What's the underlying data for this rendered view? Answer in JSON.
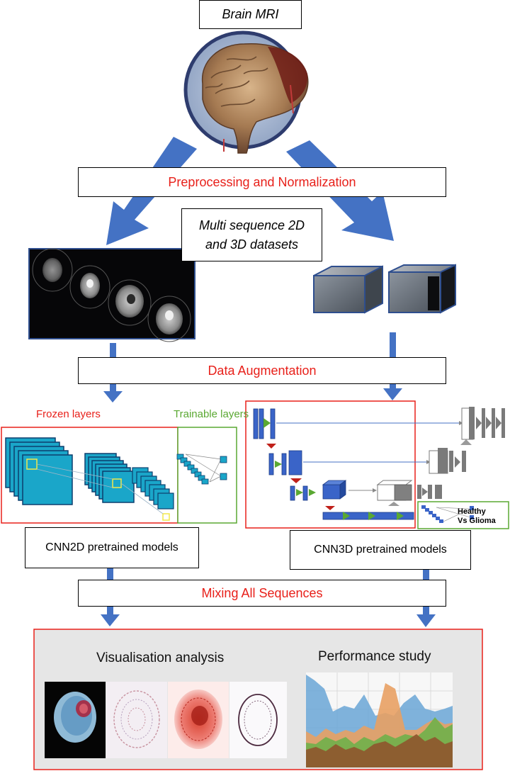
{
  "top": {
    "title": "Brain MRI"
  },
  "steps": {
    "preprocessing": "Preprocessing and Normalization",
    "datasets_line1": "Multi sequence 2D",
    "datasets_line2": "and 3D datasets",
    "augmentation": "Data Augmentation",
    "mixing": "Mixing All Sequences"
  },
  "cnn2d": {
    "frozen_label": "Frozen layers",
    "trainable_label": "Trainable layers",
    "model_label": "CNN2D pretrained models"
  },
  "cnn3d": {
    "model_label": "CNN3D pretrained models",
    "output_line1": "Healthy",
    "output_line2": "Vs Glioma"
  },
  "results": {
    "visualisation_title": "Visualisation analysis",
    "performance_title": "Performance study"
  },
  "colors": {
    "arrow_blue": "#4472c4",
    "accent_red": "#e8201a",
    "accent_green": "#5aa832",
    "layer_cyan": "#1aa6c9",
    "unet_blue": "#3a64c8",
    "panel_grey": "#e6e6e6"
  }
}
